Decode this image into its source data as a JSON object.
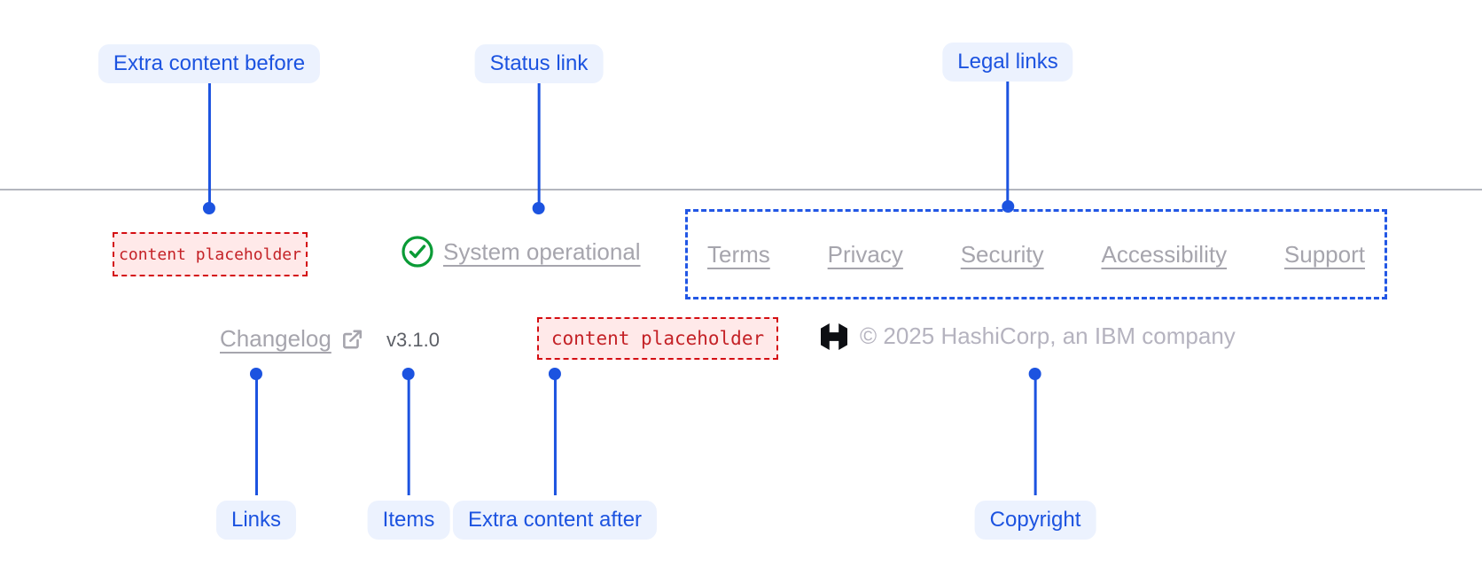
{
  "annotations": {
    "top": [
      {
        "label": "Extra content before"
      },
      {
        "label": "Status link"
      },
      {
        "label": "Legal links"
      }
    ],
    "bottom": [
      {
        "label": "Links"
      },
      {
        "label": "Items"
      },
      {
        "label": "Extra content after"
      },
      {
        "label": "Copyright"
      }
    ]
  },
  "footer": {
    "extra_content_before": "content placeholder",
    "status_link": "System operational",
    "legal_links": [
      "Terms",
      "Privacy",
      "Security",
      "Accessibility",
      "Support"
    ],
    "links": [
      {
        "label": "Changelog",
        "external": true
      }
    ],
    "version": "v3.1.0",
    "extra_content_after": "content placeholder",
    "copyright": "© 2025 HashiCorp, an IBM company"
  },
  "icons": {
    "status": "check-circle-icon",
    "changelog": "external-link-icon",
    "brand": "hashicorp-logo"
  },
  "colors": {
    "annotation_blue": "#1c53e0",
    "annotation_pill_bg": "#ecf2fe",
    "legal_region_dash": "#2257e5",
    "placeholder_border": "#d40d12",
    "placeholder_bg": "#ffe9e9",
    "placeholder_text": "#c42126",
    "muted_link": "#a6a5ad",
    "version_text": "#5c5f66",
    "copyright_text": "#b5b3bf",
    "divider": "#b3b6be",
    "status_green": "#0a9b36",
    "logo_black": "#0d0f13",
    "background": "#ffffff"
  }
}
